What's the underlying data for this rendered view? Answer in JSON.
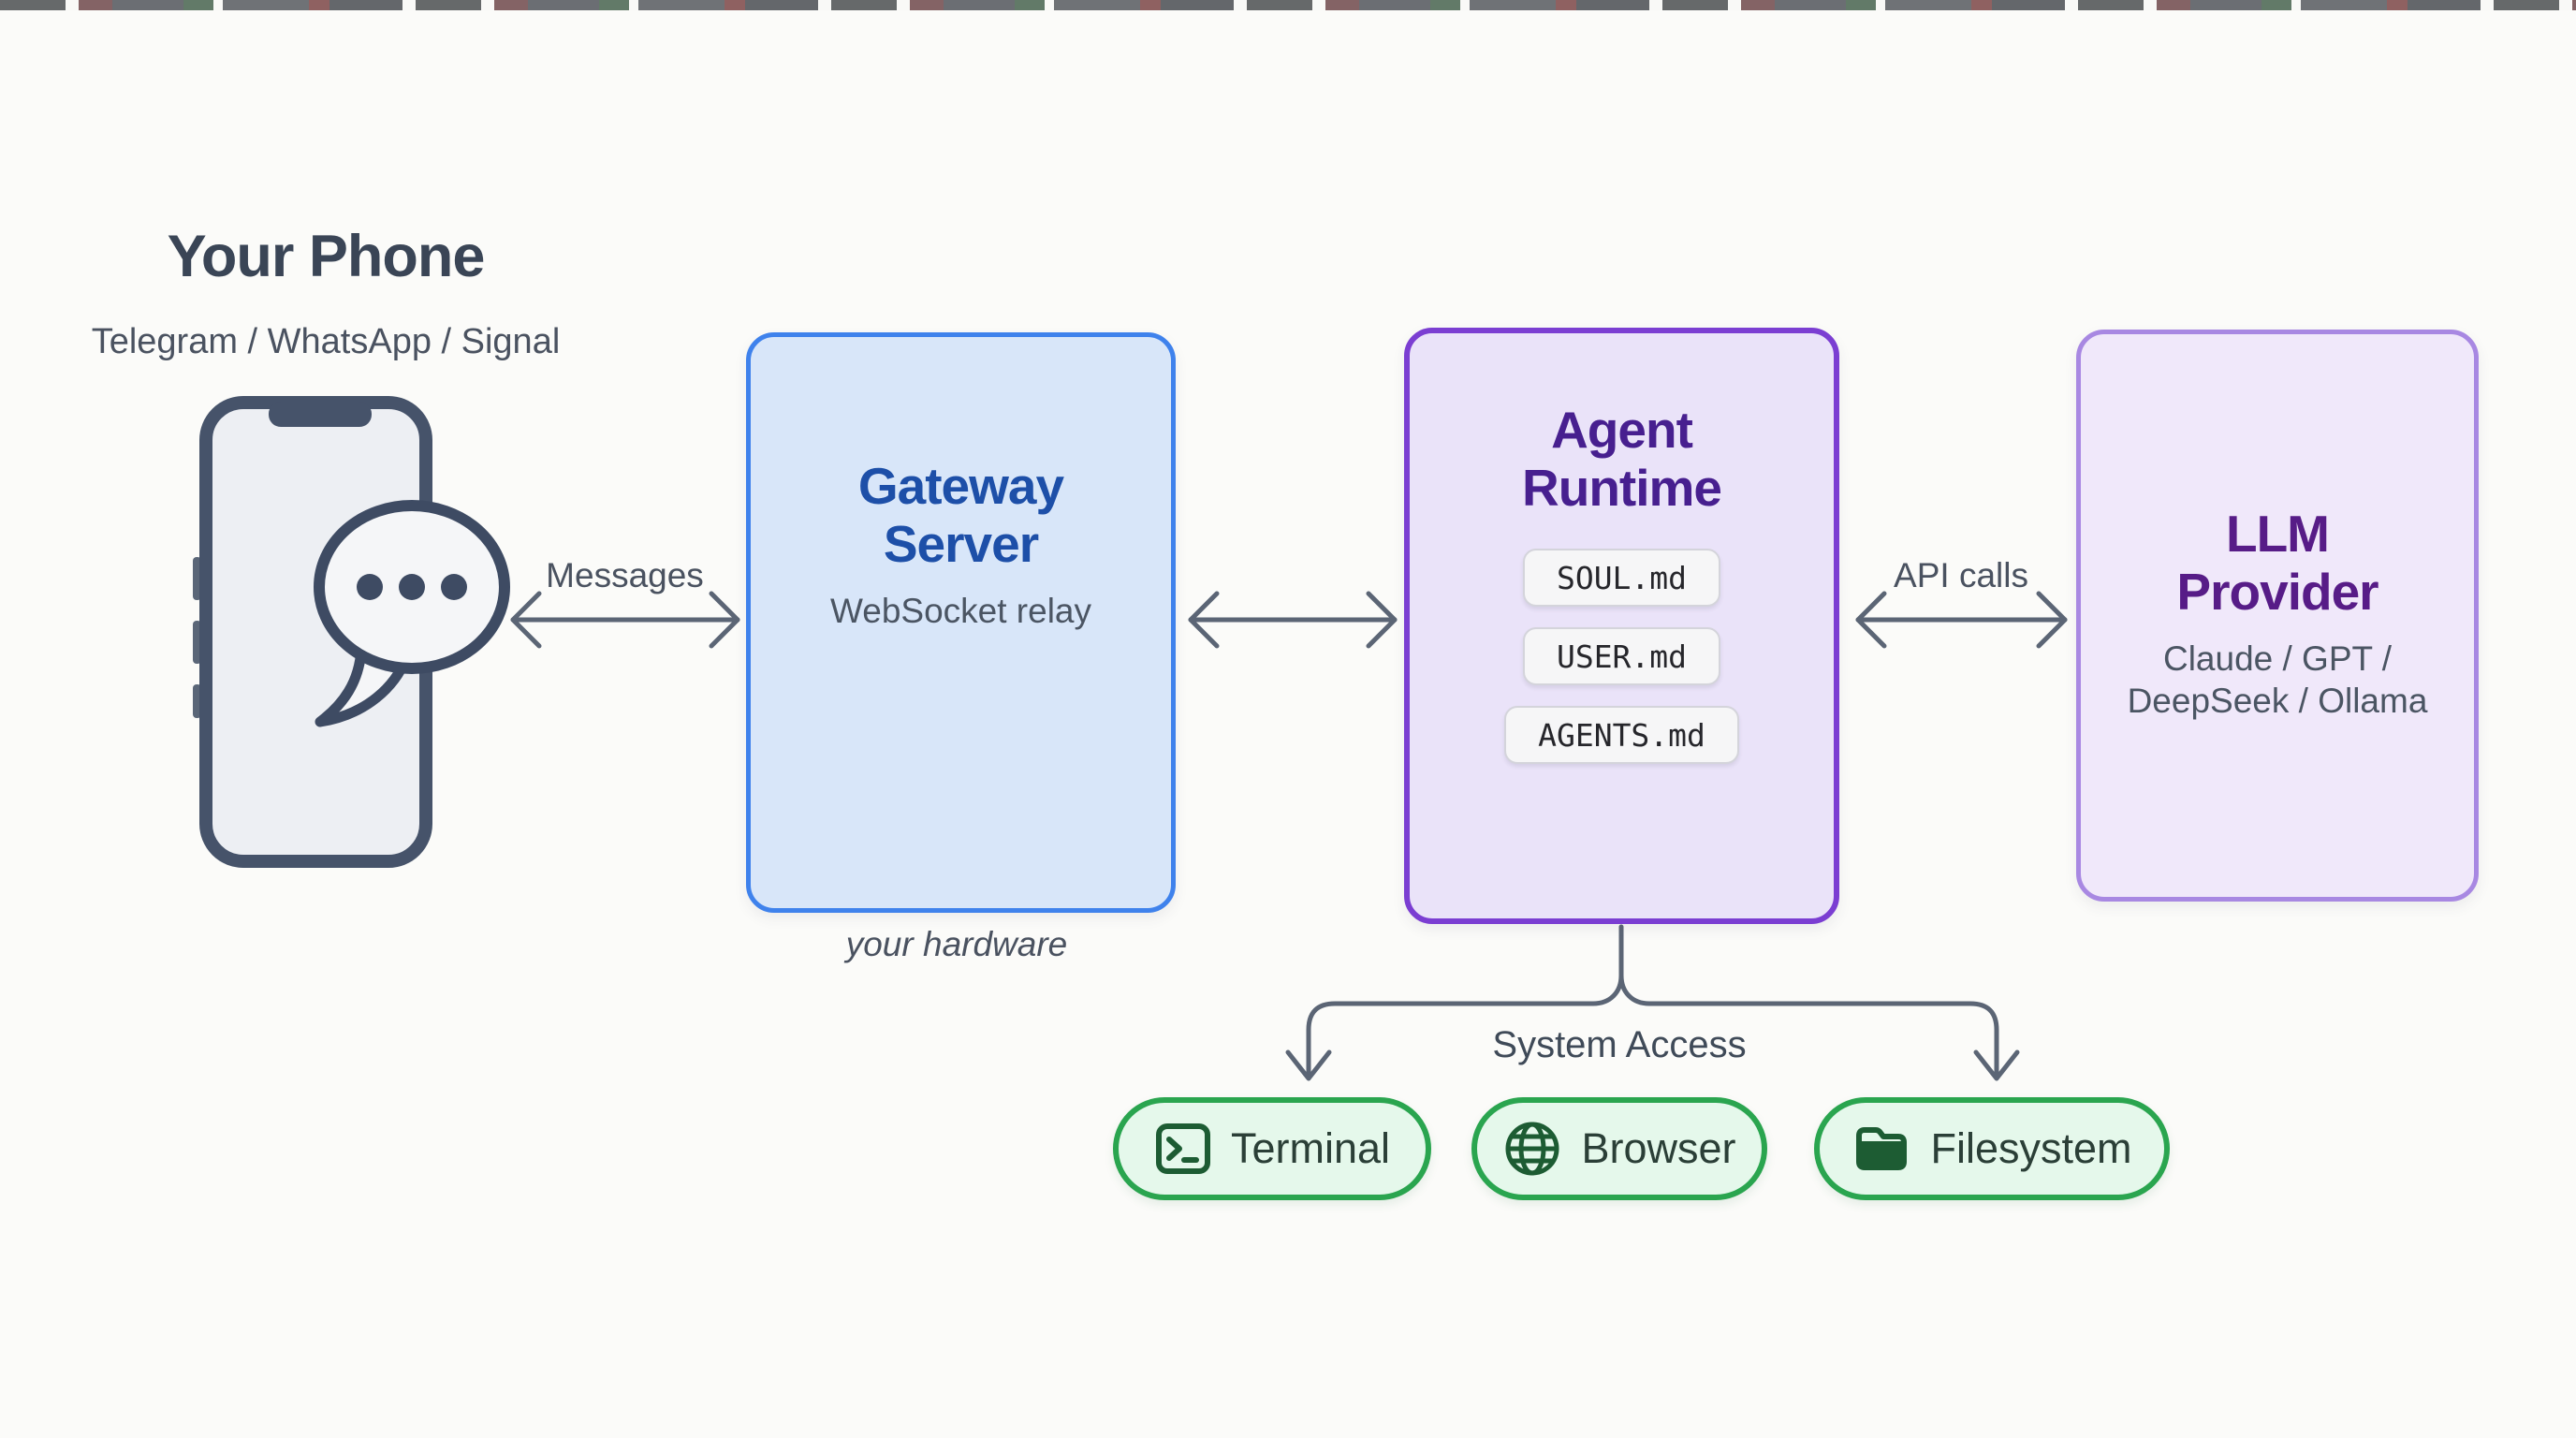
{
  "phone_section": {
    "title": "Your Phone",
    "subtitle": "Telegram / WhatsApp / Signal",
    "icon": "smartphone-chat-icon"
  },
  "connectors": {
    "messages_label": "Messages",
    "api_calls_label": "API calls",
    "system_access_label": "System Access"
  },
  "gateway": {
    "title_line1": "Gateway",
    "title_line2": "Server",
    "subtitle": "WebSocket relay",
    "caption": "your hardware",
    "fill": "#d8e6f9",
    "border": "#3f82ec",
    "title_color": "#1d4fa8"
  },
  "agent": {
    "title_line1": "Agent",
    "title_line2": "Runtime",
    "files": [
      "SOUL.md",
      "USER.md",
      "AGENTS.md"
    ],
    "fill": "#eae3f9",
    "border": "#7b3ed2",
    "title_color": "#471f8f"
  },
  "llm": {
    "title_line1": "LLM",
    "title_line2": "Provider",
    "subtitle_line1": "Claude / GPT /",
    "subtitle_line2": "DeepSeek / Ollama",
    "fill": "#f0e8fa",
    "border": "#a888e2",
    "title_color": "#571c87"
  },
  "system_access": {
    "tools": [
      {
        "label": "Terminal",
        "icon": "terminal-icon"
      },
      {
        "label": "Browser",
        "icon": "globe-icon"
      },
      {
        "label": "Filesystem",
        "icon": "folder-icon"
      }
    ],
    "pill_fill": "#e5f8eb",
    "pill_border": "#2aa54f",
    "icon_color": "#1d5c33"
  },
  "misc": {
    "arrow_color": "#5b6575",
    "background": "#fbfbf9"
  }
}
